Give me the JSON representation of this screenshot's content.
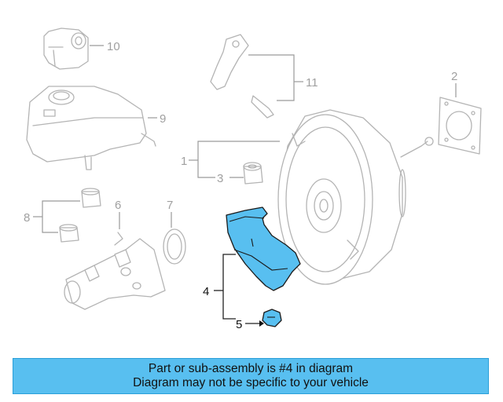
{
  "banner": {
    "line1": "Part or sub-assembly is #4 in diagram",
    "line2": "Diagram may not be specific to your vehicle"
  },
  "colors": {
    "highlight": "#58bff0",
    "ghost_stroke": "#b4b4b4",
    "text_dark": "#111111"
  },
  "callouts": {
    "c1": "1",
    "c2": "2",
    "c3": "3",
    "c4": "4",
    "c5": "5",
    "c6": "6",
    "c7": "7",
    "c8": "8",
    "c9": "9",
    "c10": "10",
    "c11": "11"
  },
  "highlighted_part": "4"
}
